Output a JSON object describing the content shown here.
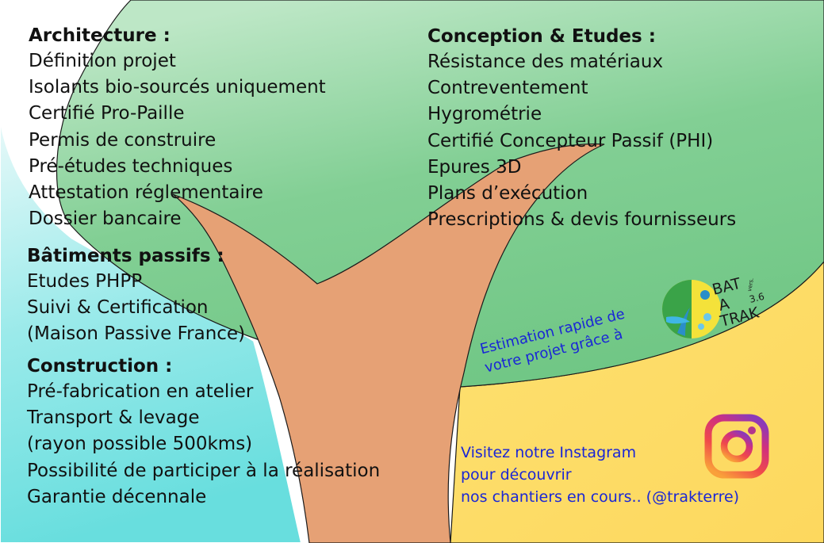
{
  "sections": {
    "architecture": {
      "title": "Architecture :",
      "items": [
        "Définition projet",
        "Isolants bio-sourcés uniquement",
        "Certifié Pro-Paille",
        "Permis de construire",
        "Pré-études techniques",
        "Attestation réglementaire",
        "Dossier bancaire"
      ]
    },
    "conception": {
      "title": "Conception & Etudes :",
      "items": [
        "Résistance des matériaux",
        "Contreventement",
        "Hygrométrie",
        "Certifié Concepteur Passif (PHI)",
        "Epures 3D",
        "Plans d’exécution",
        "Prescriptions & devis fournisseurs"
      ]
    },
    "passifs": {
      "title": "Bâtiments passifs :",
      "items": [
        "Etudes PHPP",
        "Suivi & Certification",
        "(Maison Passive France)"
      ]
    },
    "construction": {
      "title": "Construction :",
      "items": [
        "Pré-fabrication en atelier",
        "Transport & levage",
        "(rayon possible 500kms)",
        "Possibilité de participer à la réalisation",
        "Garantie décennale"
      ]
    }
  },
  "estimation": {
    "line1": "Estimation rapide de",
    "line2": "votre projet grâce à"
  },
  "batatrak_logo": {
    "bat": "BAT",
    "a": "A",
    "trak": "TRAK",
    "vers": "vers.",
    "version": "3.6"
  },
  "instagram": {
    "line1": "Visitez notre Instagram",
    "line2": "pour découvrir",
    "line3": "nos chantiers en cours.. (@trakterre)",
    "icon": "instagram-icon"
  },
  "colors": {
    "green": "#7ccb8c",
    "green_light": "#b3e3be",
    "cyan": "#6fe0e0",
    "yellow": "#fddc66",
    "trunk": "#e6a175",
    "link_blue": "#1a26d6"
  }
}
